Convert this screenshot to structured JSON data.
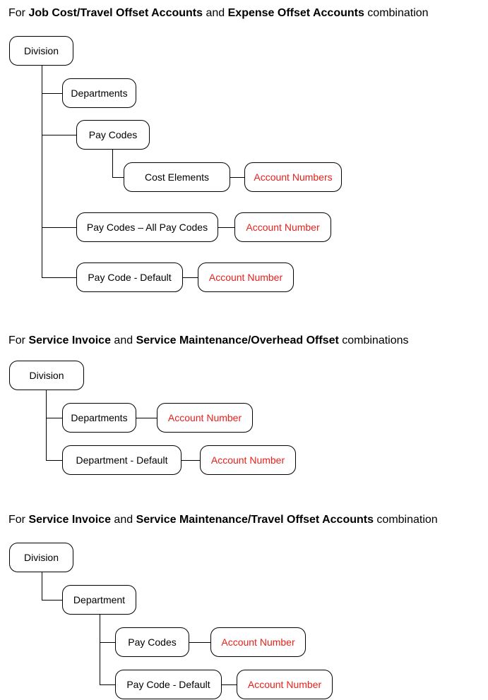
{
  "colors": {
    "account_text": "#e8201c",
    "box_border": "#000000",
    "background": "#ffffff"
  },
  "section1": {
    "heading": {
      "pre": "For ",
      "b1": "Job Cost/Travel Offset Accounts",
      "mid": " and ",
      "b2": "Expense Offset Accounts",
      "post": " combination"
    },
    "division": "Division",
    "departments": "Departments",
    "pay_codes": "Pay Codes",
    "cost_elements": "Cost Elements",
    "account_numbers": "Account Numbers",
    "pay_codes_all": "Pay Codes – All Pay Codes",
    "account_number_all": "Account Number",
    "pay_code_default": "Pay Code - Default",
    "account_number_default": "Account Number"
  },
  "section2": {
    "heading": {
      "pre": "For ",
      "b1": "Service Invoice",
      "mid": " and ",
      "b2": "Service Maintenance/Overhead Offset",
      "post": " combinations"
    },
    "division": "Division",
    "departments": "Departments",
    "account_number_departments": "Account Number",
    "department_default": "Department - Default",
    "account_number_default": "Account Number"
  },
  "section3": {
    "heading": {
      "pre": "For ",
      "b1": "Service Invoice",
      "mid": " and ",
      "b2": "Service Maintenance/Travel Offset Accounts",
      "post": " combination"
    },
    "division": "Division",
    "department": "Department",
    "pay_codes": "Pay Codes",
    "account_number_pay_codes": "Account Number",
    "pay_code_default": "Pay Code - Default",
    "account_number_default": "Account Number"
  }
}
